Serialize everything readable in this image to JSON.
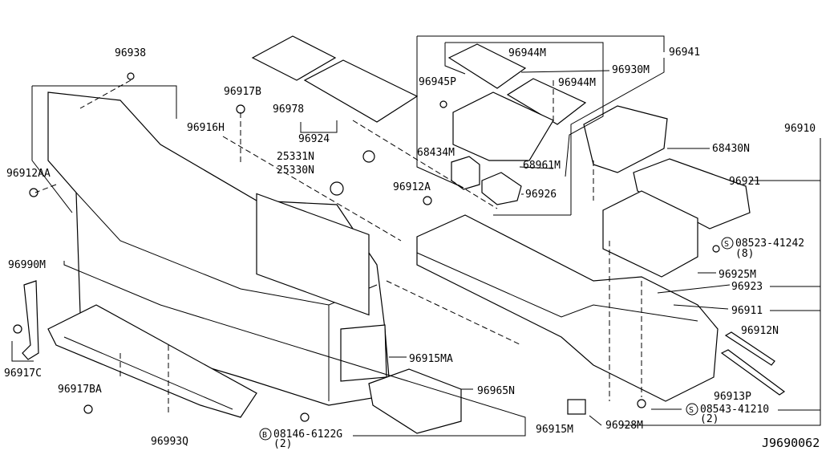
{
  "diagram_id": "J9690062",
  "labels": {
    "p96938": "96938",
    "p96917B": "96917B",
    "p96978": "96978",
    "p96924": "96924",
    "p96916H": "96916H",
    "p25331N": "25331N",
    "p25330N": "25330N",
    "p96912AA": "96912AA",
    "p96912A": "96912A",
    "p96944M_a": "96944M",
    "p96930M": "96930M",
    "p96941": "96941",
    "p96945P": "96945P",
    "p96944M_b": "96944M",
    "p96910": "96910",
    "p68430N": "68430N",
    "p68434M": "68434M",
    "p68961M": "68961M",
    "p96921": "96921",
    "p96926": "96926",
    "p08523": "08523-41242",
    "p08523_qty": "(8)",
    "p96925M": "96925M",
    "p96923": "96923",
    "p96911": "96911",
    "p96990M": "96990M",
    "p96912N": "96912N",
    "p96915MA": "96915MA",
    "p96917C": "96917C",
    "p96965N": "96965N",
    "p96917BA": "96917BA",
    "p96913P": "96913P",
    "p08543": "08543-41210",
    "p08543_qty": "(2)",
    "p96928M": "96928M",
    "p96915M": "96915M",
    "p08146": "08146-6122G",
    "p08146_qty": "(2)",
    "p96993Q": "96993Q",
    "symbol_S": "S",
    "symbol_B": "B"
  }
}
